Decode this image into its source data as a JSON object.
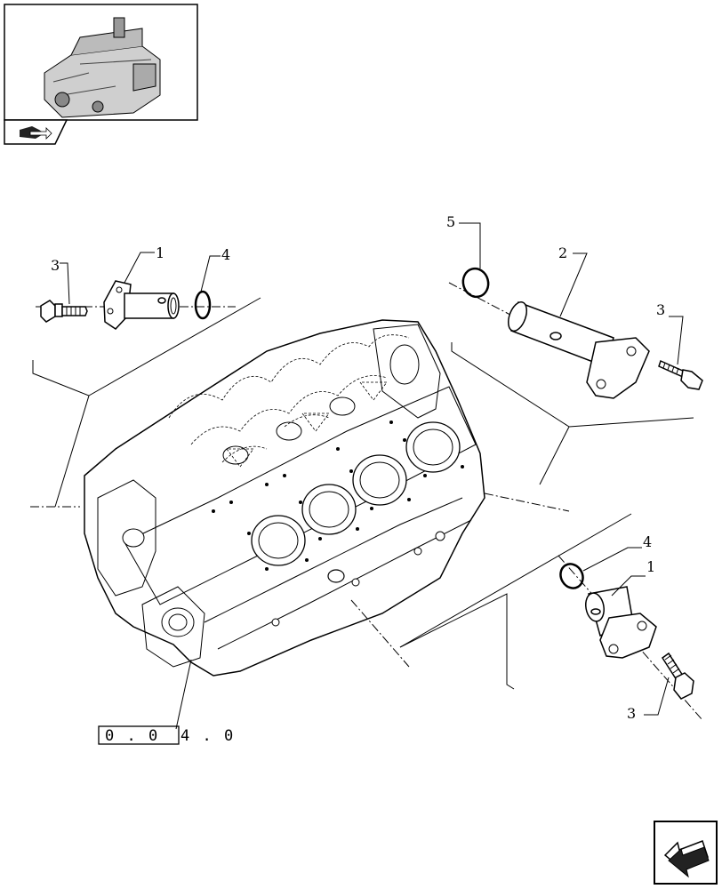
{
  "reference_code": {
    "boxed": "0 . 0",
    "suffix": "4 . 0"
  },
  "callouts": {
    "upper_left_bolt": "3",
    "upper_left_pipe": "1",
    "upper_left_oring": "4",
    "upper_right_oring": "5",
    "upper_right_pipe": "2",
    "upper_right_bolt": "3",
    "lower_right_oring": "4",
    "lower_right_pipe": "1",
    "lower_right_bolt": "3"
  },
  "icons": {
    "thumbnail": "engine-thumbnail",
    "thumbnail_tab": "book-arrow-icon",
    "nav": "next-page-arrow-icon"
  },
  "colors": {
    "line": "#000000",
    "background": "#ffffff",
    "shade": "#d8d8d8"
  }
}
